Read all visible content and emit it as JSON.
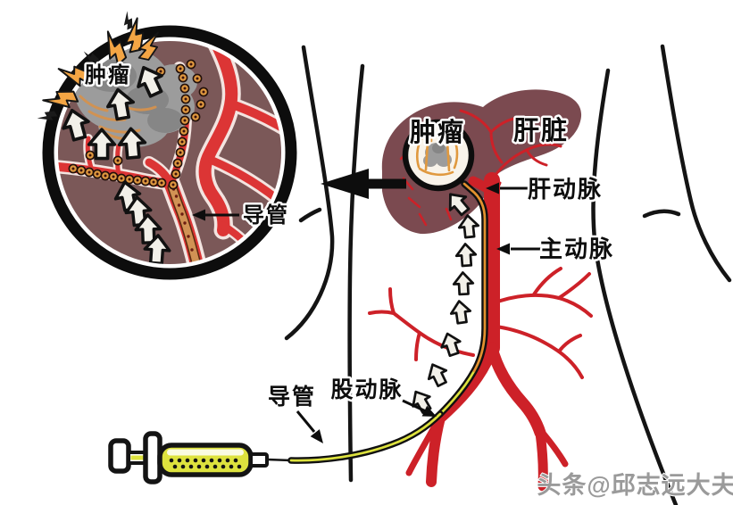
{
  "inset": {
    "tumor_label": "肿瘤",
    "catheter_label": "导管"
  },
  "body": {
    "tumor_label": "肿瘤",
    "liver_label": "肝脏",
    "hepatic_artery_label": "肝动脉",
    "aorta_label": "主动脉",
    "femoral_artery_label": "股动脉",
    "catheter_label": "导管"
  },
  "watermark": "头条@邱志远大夫",
  "colors": {
    "artery_red": "#cd2128",
    "inset_vessel_red": "#dc3535",
    "inset_vessel_border": "#f3e4e0",
    "tissue_maroon": "#7b5858",
    "liver_maroon": "#7b4a50",
    "tumor_gray": "#9c9c9c",
    "tumor_gray_dark": "#868686",
    "bead_orange": "#e0993f",
    "mottle_tan": "#d4924e",
    "catheter_yellow": "#dde23e",
    "catheter_orange": "#e2912f",
    "catheter_tan": "#d19254",
    "arrow_fill": "#f2f0e9",
    "bolt_orange": "#f3a544",
    "outline_black": "#141414",
    "ring_black": "#0d0d0d",
    "watermark_gray": "#9a9a9a"
  }
}
